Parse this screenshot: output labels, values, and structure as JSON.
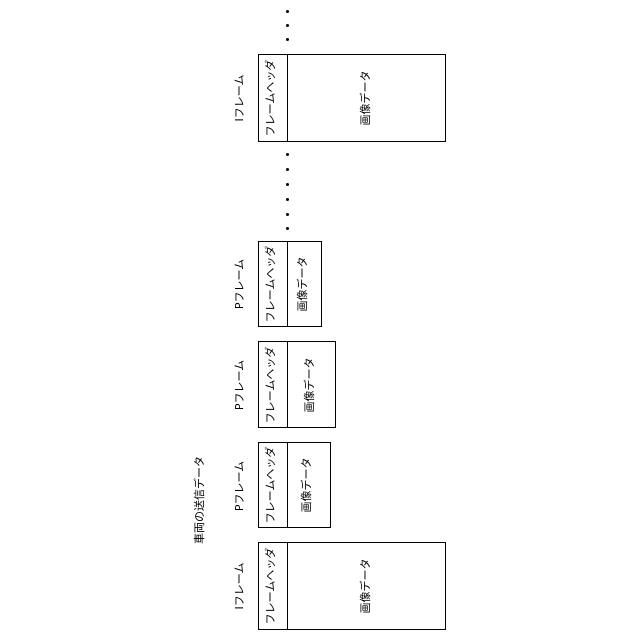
{
  "diagram": {
    "caption": "車両の送信データ",
    "header_text": "フレームヘッダ",
    "frames": [
      {
        "type_label": "Iフレーム",
        "data_label": "画像データ"
      },
      {
        "type_label": "Pフレーム",
        "data_label": "画像データ"
      },
      {
        "type_label": "Pフレーム",
        "data_label": "画像データ"
      },
      {
        "type_label": "Pフレーム",
        "data_label": "画像データ"
      },
      {
        "type_label": "Iフレーム",
        "data_label": "画像データ"
      }
    ]
  }
}
